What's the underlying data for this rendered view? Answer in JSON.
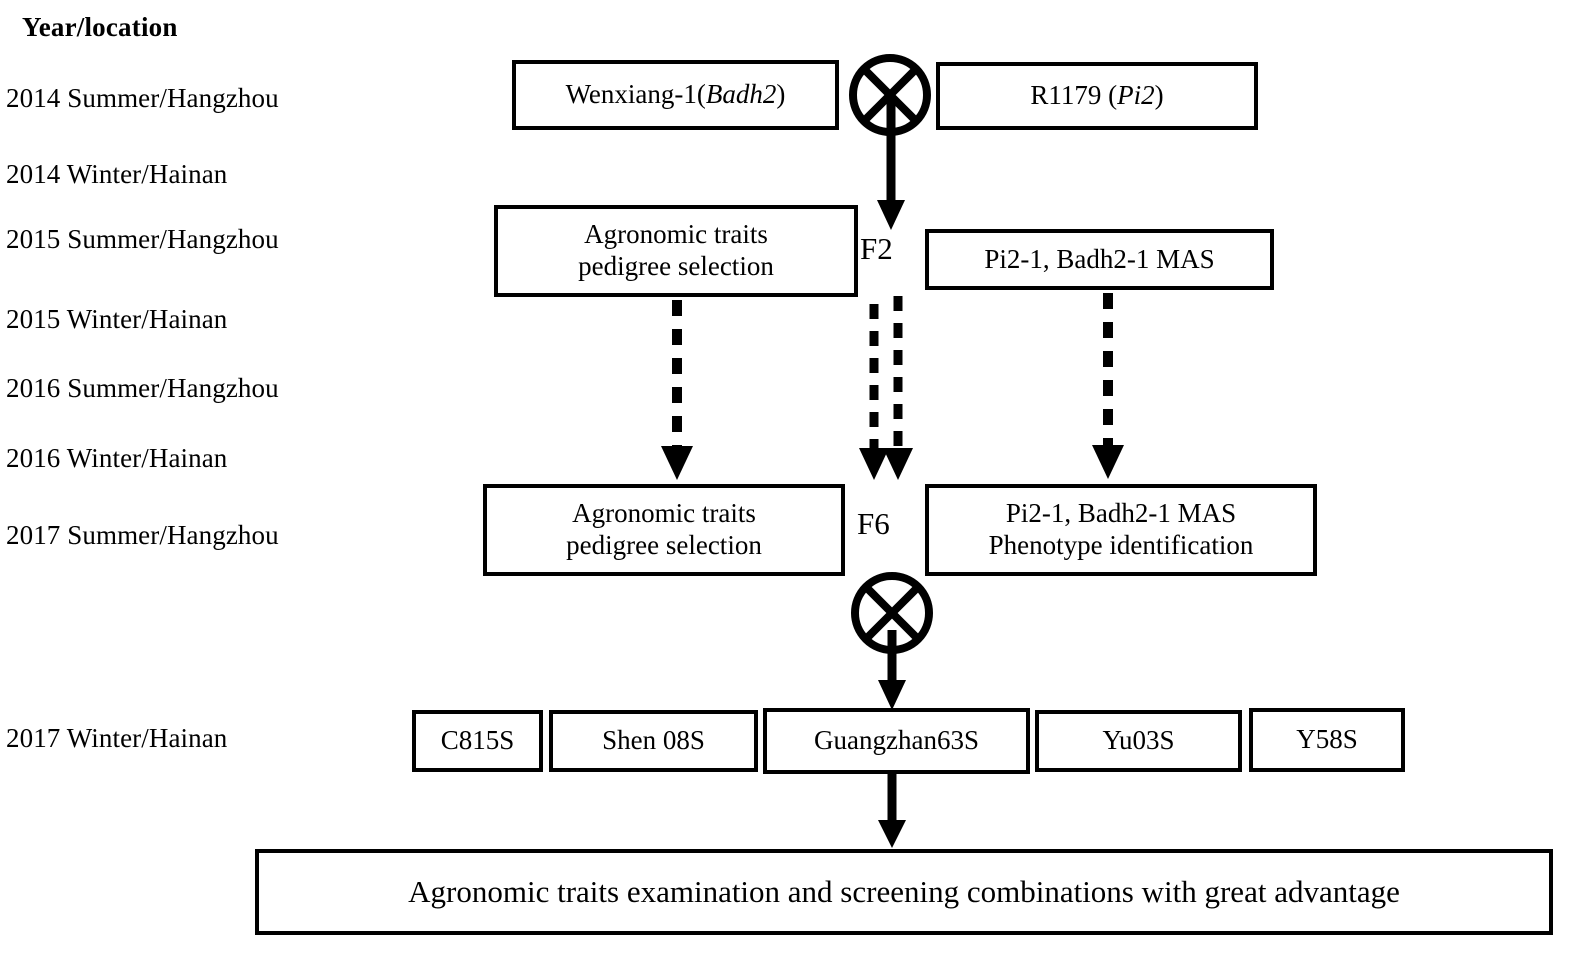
{
  "figure": {
    "type": "breeding-pedigree-flowchart",
    "background_color": "#ffffff",
    "line_color": "#000000"
  },
  "timeline": {
    "header": "Year/location",
    "items": [
      {
        "label": "2014 Summer/Hangzhou"
      },
      {
        "label": "2014 Winter/Hainan"
      },
      {
        "label": "2015 Summer/Hangzhou"
      },
      {
        "label": "2015 Winter/Hainan"
      },
      {
        "label": "2016 Summer/Hangzhou"
      },
      {
        "label": "2016 Winter/Hainan"
      },
      {
        "label": "2017 Summer/Hangzhou"
      },
      {
        "label": "2017 Winter/Hainan"
      }
    ]
  },
  "parents": {
    "left": {
      "text_plain": "Wenxiang-1(Badh2)",
      "prefix": "Wenxiang-1(",
      "gene": "Badh2",
      "suffix": ")"
    },
    "right": {
      "text_plain": "R1179 (Pi2)",
      "prefix": "R1179 (",
      "gene": "Pi2",
      "suffix": ")"
    }
  },
  "generations": {
    "f2": {
      "label": "F2",
      "left_box_line1": "Agronomic traits",
      "left_box_line2": "pedigree selection",
      "right_box_line1": "Pi2-1, Badh2-1 MAS"
    },
    "f6": {
      "label": "F6",
      "left_box_line1": "Agronomic traits",
      "left_box_line2": "pedigree selection",
      "right_box_line1": "Pi2-1, Badh2-1 MAS",
      "right_box_line2": "Phenotype identification"
    }
  },
  "testers": {
    "items": [
      {
        "label": "C815S"
      },
      {
        "label": "Shen 08S"
      },
      {
        "label": "Guangzhan63S"
      },
      {
        "label": "Yu03S"
      },
      {
        "label": "Y58S"
      }
    ]
  },
  "outcome": {
    "label": "Agronomic traits examination and screening combinations with great advantage"
  },
  "symbols": {
    "cross_top": "cross-circle-icon",
    "cross_bottom": "cross-circle-icon"
  }
}
